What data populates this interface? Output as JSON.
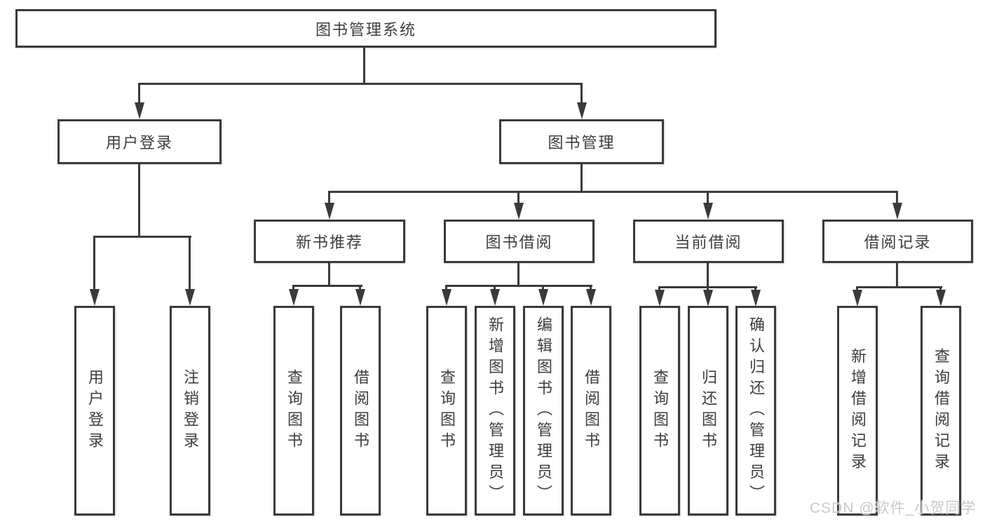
{
  "diagram_type": "hierarchy-tree",
  "watermark": "CSDN @软件_小贺同学",
  "colors": {
    "line": "#3a3a3a",
    "box_border": "#3a3a3a",
    "text": "#3d3d3d",
    "watermark": "#c9c9c9",
    "background": "#ffffff"
  },
  "tree": {
    "label": "图书管理系统",
    "children": [
      {
        "label": "用户登录",
        "children": [
          {
            "label": "用户登录"
          },
          {
            "label": "注销登录"
          }
        ]
      },
      {
        "label": "图书管理",
        "children": [
          {
            "label": "新书推荐",
            "children": [
              {
                "label": "查询图书"
              },
              {
                "label": "借阅图书"
              }
            ]
          },
          {
            "label": "图书借阅",
            "children": [
              {
                "label": "查询图书"
              },
              {
                "label": "新增图书（管理员）"
              },
              {
                "label": "编辑图书（管理员）"
              },
              {
                "label": "借阅图书"
              }
            ]
          },
          {
            "label": "当前借阅",
            "children": [
              {
                "label": "查询图书"
              },
              {
                "label": "归还图书"
              },
              {
                "label": "确认归还（管理员）"
              }
            ]
          },
          {
            "label": "借阅记录",
            "children": [
              {
                "label": "新增借阅记录"
              },
              {
                "label": "查询借阅记录"
              }
            ]
          }
        ]
      }
    ]
  }
}
